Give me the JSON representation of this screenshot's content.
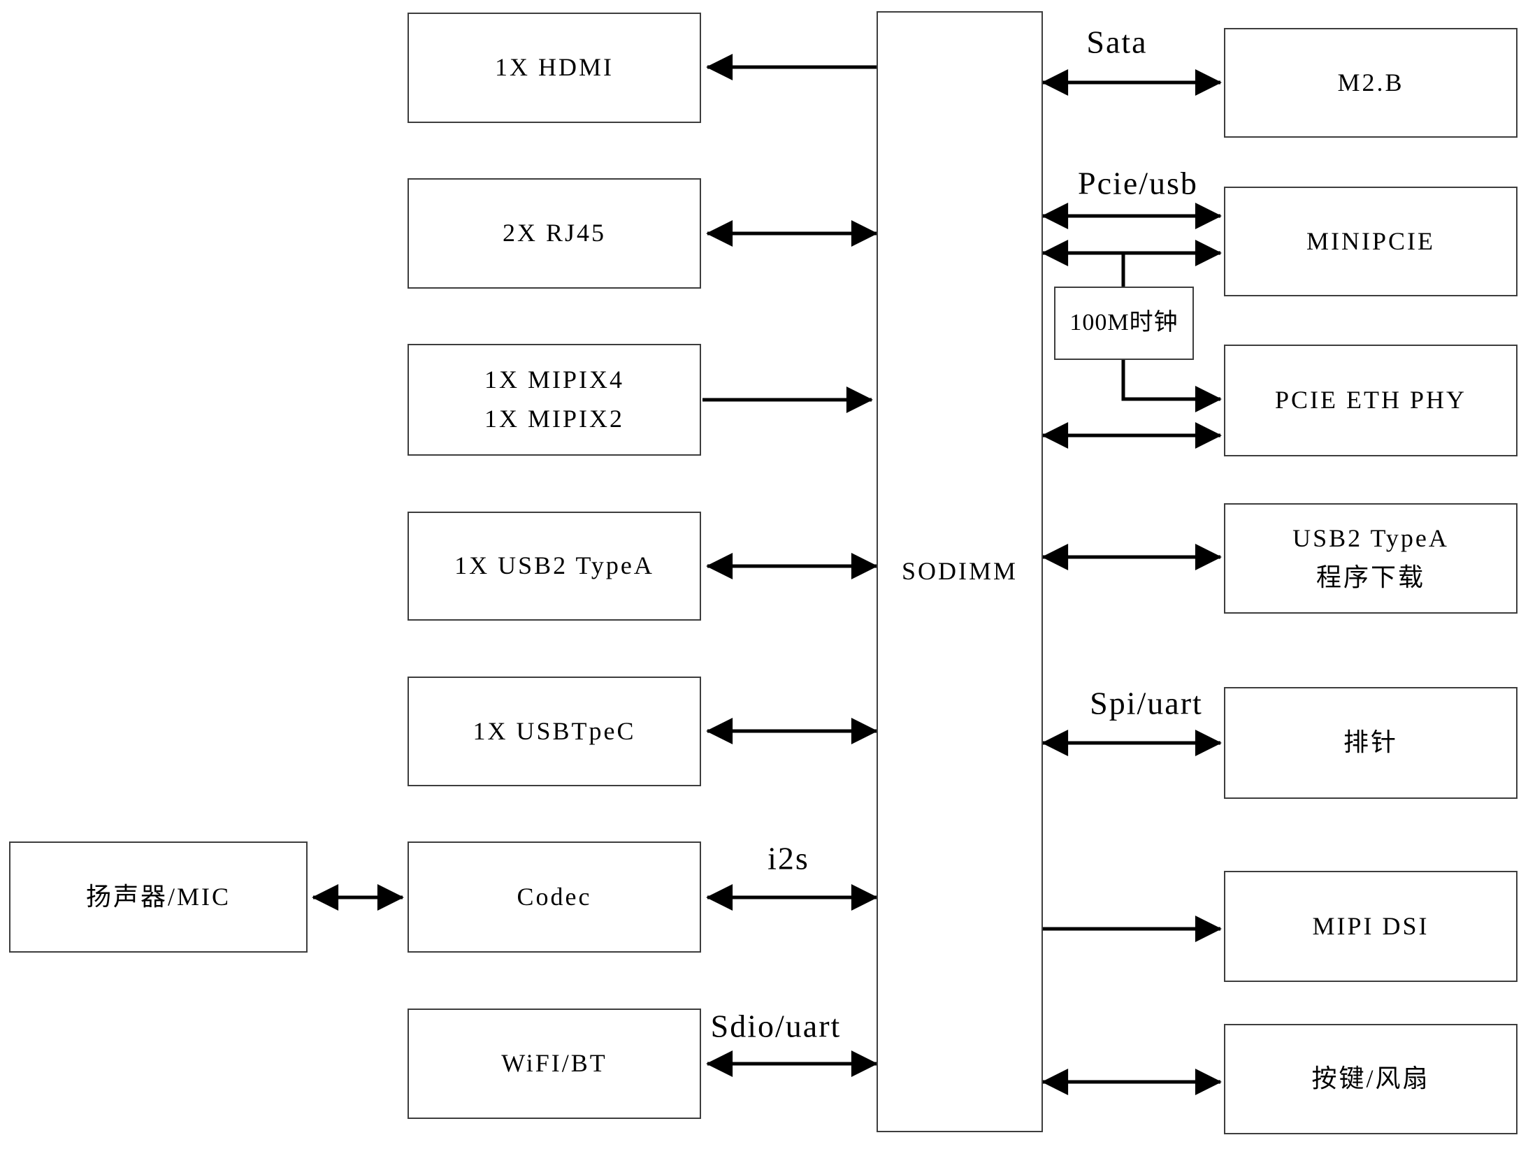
{
  "diagram": {
    "center_module": {
      "label": "SODIMM"
    },
    "left_peripheral": {
      "label": "扬声器/MIC"
    },
    "left_column": [
      {
        "id": "hdmi",
        "label": "1X HDMI"
      },
      {
        "id": "rj45",
        "label": "2X RJ45"
      },
      {
        "id": "mipi-csi",
        "label": "1X MIPIX4\n1X MIPIX2"
      },
      {
        "id": "usb2-typea",
        "label": "1X USB2 TypeA"
      },
      {
        "id": "usb-typec",
        "label": "1X USBTpeC"
      },
      {
        "id": "codec",
        "label": "Codec"
      },
      {
        "id": "wifi-bt",
        "label": "WiFI/BT"
      }
    ],
    "right_column": [
      {
        "id": "m2b",
        "label": "M2.B"
      },
      {
        "id": "minipcie",
        "label": "MINIPCIE"
      },
      {
        "id": "pcie-eth-phy",
        "label": "PCIE ETH PHY"
      },
      {
        "id": "usb2-download",
        "label": "USB2 TypeA\n程序下载"
      },
      {
        "id": "pin-header",
        "label": "排针"
      },
      {
        "id": "mipi-dsi",
        "label": "MIPI DSI"
      },
      {
        "id": "key-fan",
        "label": "按键/风扇"
      }
    ],
    "clock_box": {
      "label": "100M时钟"
    },
    "edge_labels": {
      "sata": "Sata",
      "pcie_usb": "Pcie/usb",
      "spi_uart": "Spi/uart",
      "i2s": "i2s",
      "sdio_uart": "Sdio/uart"
    },
    "colors": {
      "line": "#000000",
      "box_border": "#3d3d3d",
      "background": "#ffffff",
      "text": "#000000"
    }
  }
}
